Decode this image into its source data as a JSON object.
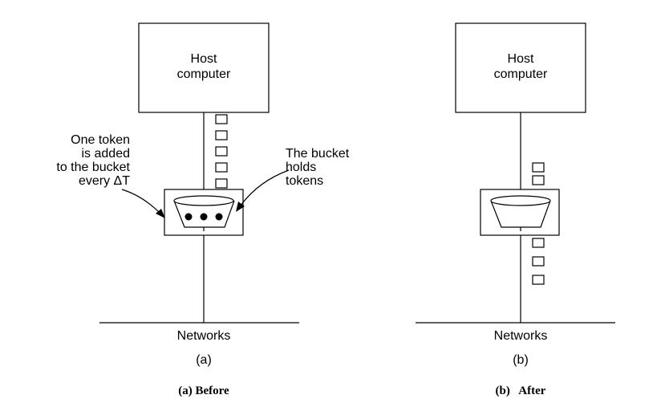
{
  "panels": [
    {
      "host_lines": [
        "Host",
        "computer"
      ],
      "network_label": "Networks",
      "letter": "(a)",
      "caption": "(a) Before",
      "note_left": [
        "One token",
        "is added",
        "to the bucket",
        "every ΔT"
      ],
      "note_right": [
        "The bucket",
        "holds",
        "tokens"
      ],
      "packets_above": 5,
      "packets_below": 0,
      "tokens_in_bucket": 3
    },
    {
      "host_lines": [
        "Host",
        "computer"
      ],
      "network_label": "Networks",
      "letter": "(b)",
      "caption": "(b)   After",
      "packets_above": 2,
      "packets_below": 3,
      "tokens_in_bucket": 0
    }
  ]
}
